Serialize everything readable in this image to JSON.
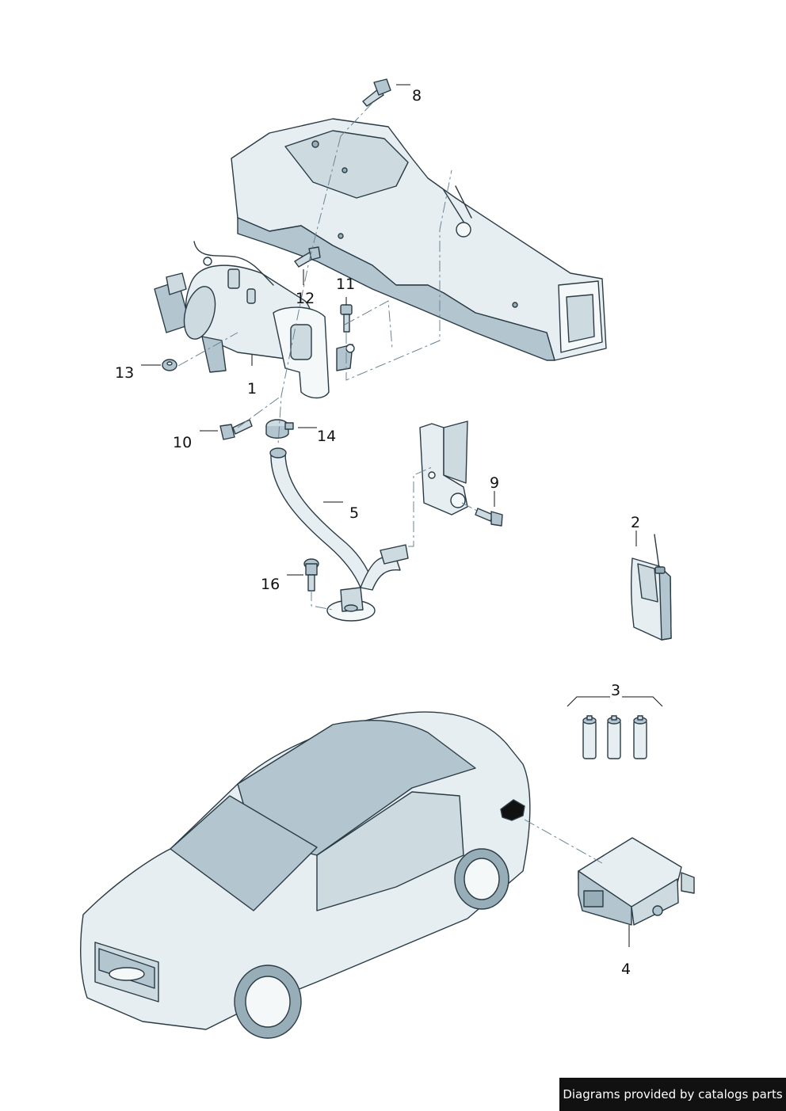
{
  "callouts": {
    "c1": "1",
    "c2": "2",
    "c3": "3",
    "c4": "4",
    "c5": "5",
    "c8": "8",
    "c9": "9",
    "c10": "10",
    "c11": "11",
    "c12": "12",
    "c13": "13",
    "c14": "14",
    "c16": "16"
  },
  "credit": {
    "text": "Diagrams provided by catalogs parts"
  },
  "colors": {
    "line": "#2a3b45",
    "light": "#e6eef1",
    "mid": "#cddbe1",
    "dark": "#97aeb9",
    "badge": "#111111"
  }
}
